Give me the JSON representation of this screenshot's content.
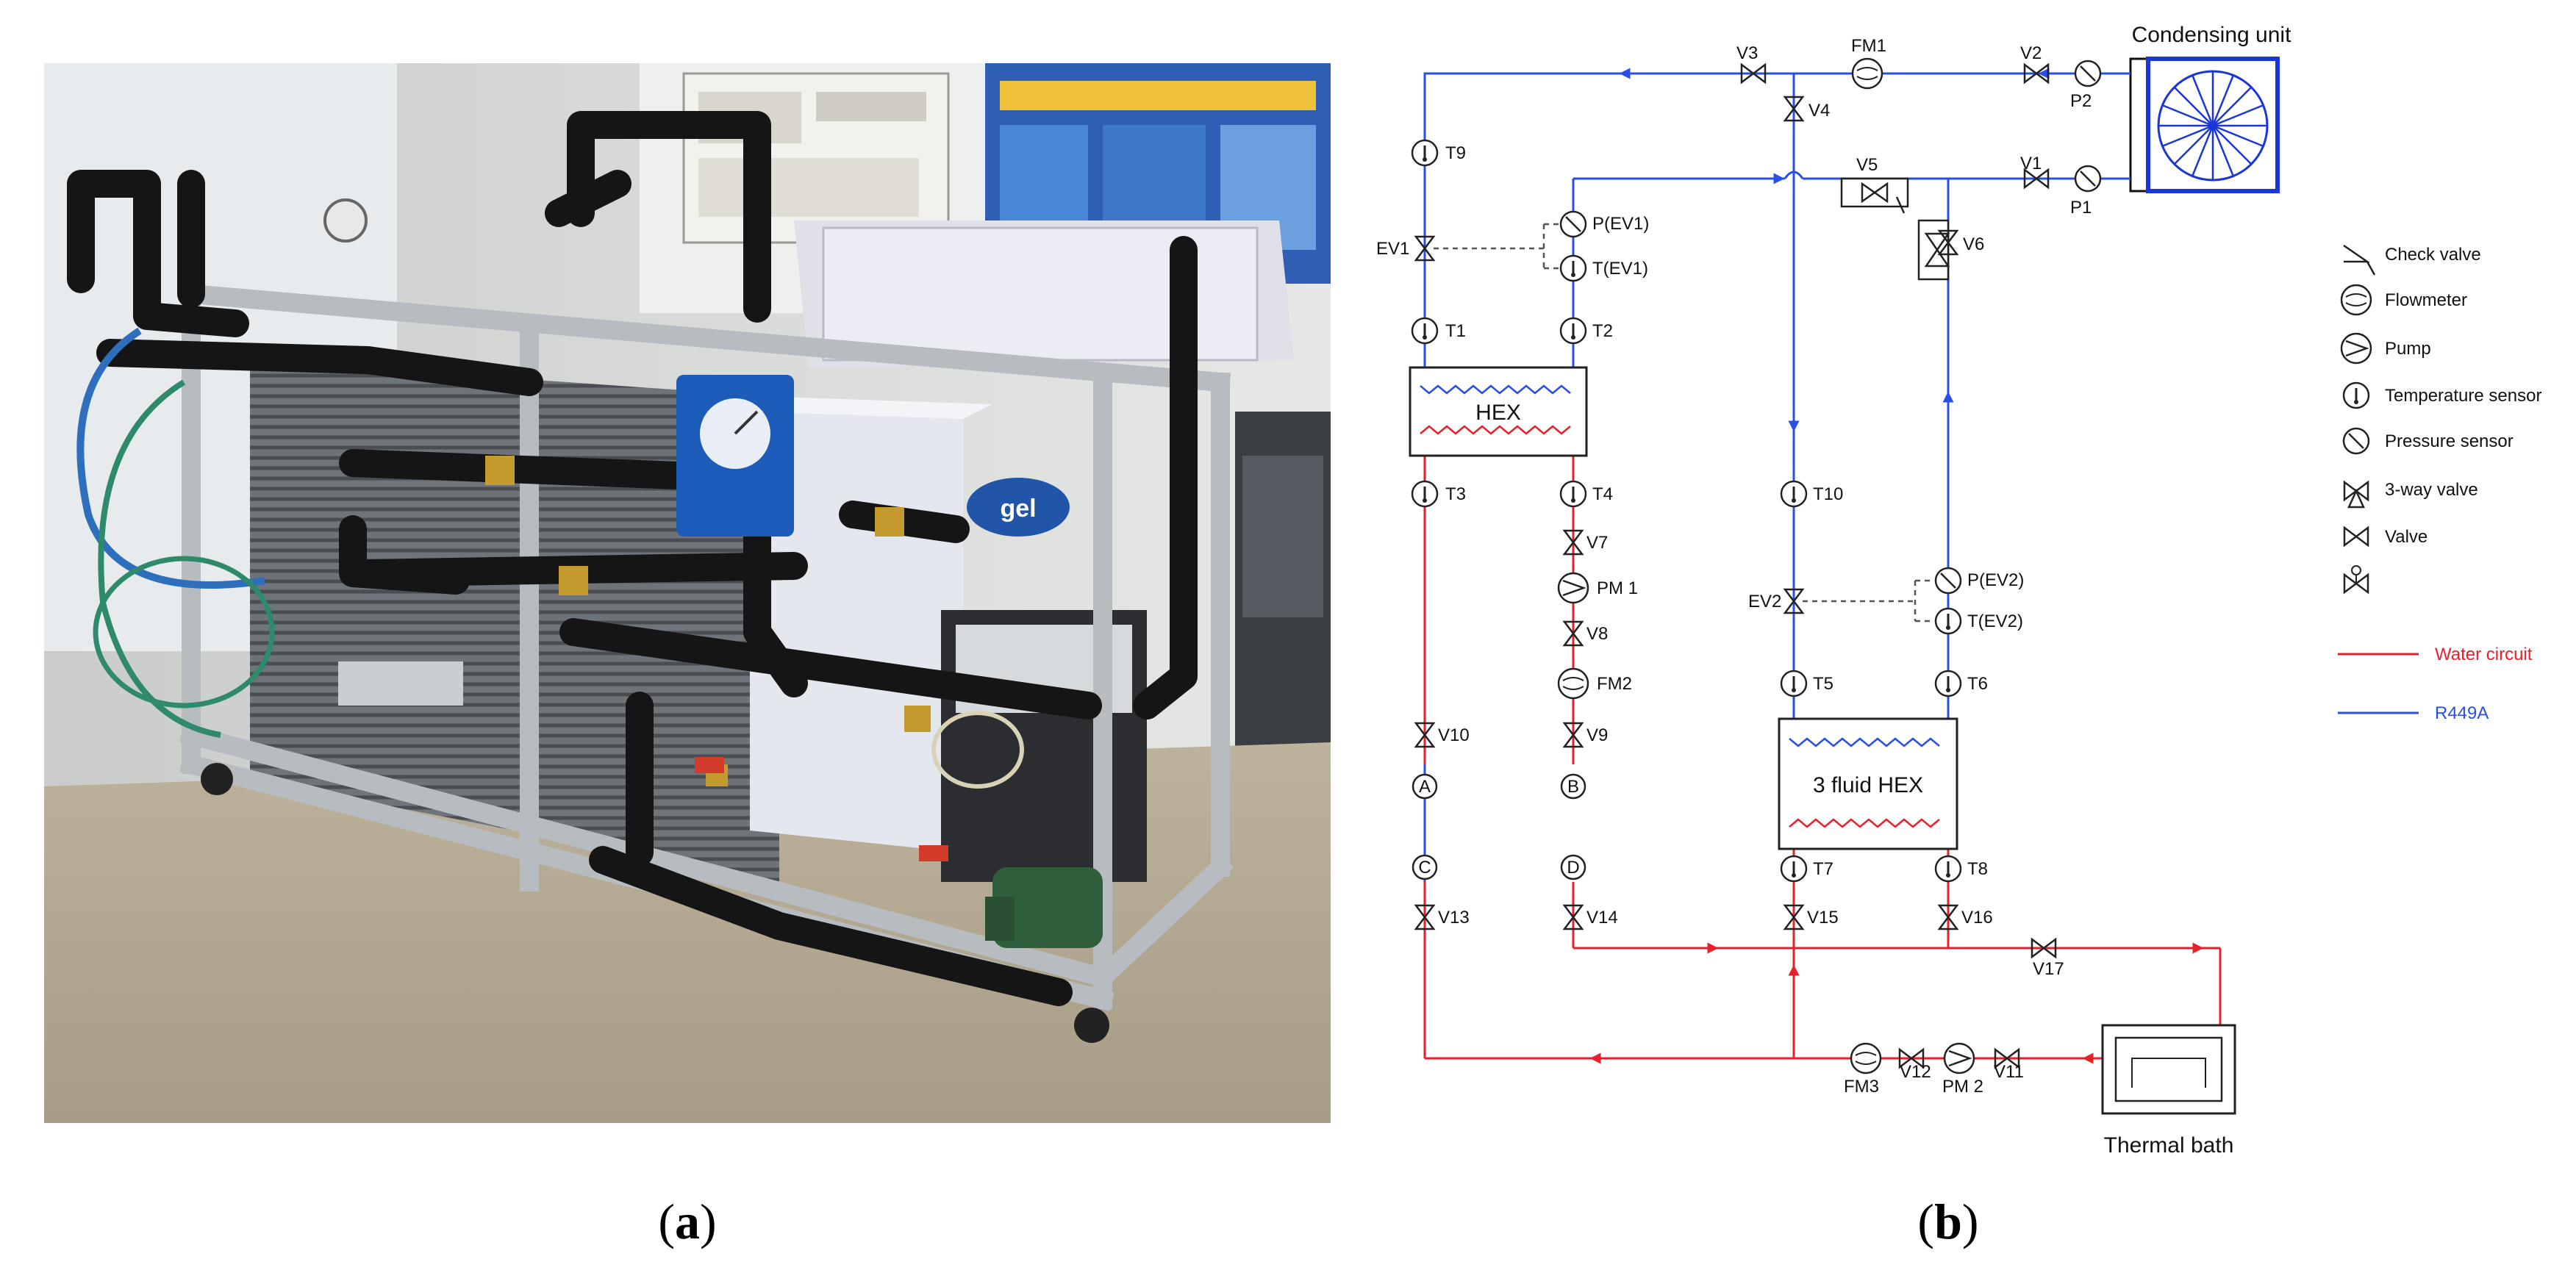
{
  "panel_a": {
    "caption_open": "(",
    "caption_letter": "a",
    "caption_close": ")",
    "photo_stickers": [
      "gel"
    ]
  },
  "panel_b": {
    "caption_open": "(",
    "caption_letter": "b",
    "caption_close": ")",
    "condensing_unit_label": "Condensing unit",
    "hex_label": "HEX",
    "hex3_label": "3 fluid HEX",
    "thermal_bath_label": "Thermal bath",
    "valves": {
      "V1": "V1",
      "V2": "V2",
      "V3": "V3",
      "V4": "V4",
      "V5": "V5",
      "V6": "V6",
      "V7": "V7",
      "V8": "V8",
      "V9": "V9",
      "V10": "V10",
      "V11": "V11",
      "V12": "V12",
      "V13": "V13",
      "V14": "V14",
      "V15": "V15",
      "V16": "V16",
      "V17": "V17",
      "EV1": "EV1",
      "EV2": "EV2"
    },
    "sensors": {
      "T1": "T1",
      "T2": "T2",
      "T3": "T3",
      "T4": "T4",
      "T5": "T5",
      "T6": "T6",
      "T7": "T7",
      "T8": "T8",
      "T9": "T9",
      "T10": "T10",
      "TEV1": "T(EV1)",
      "TEV2": "T(EV2)",
      "PEV1": "P(EV1)",
      "PEV2": "P(EV2)",
      "P1": "P1",
      "P2": "P2"
    },
    "flow": {
      "FM1": "FM1",
      "FM2": "FM2",
      "FM3": "FM3",
      "PM1": "PM 1",
      "PM2": "PM 2"
    },
    "connectors": {
      "A": "A",
      "B": "B",
      "C": "C",
      "D": "D"
    },
    "legend": {
      "check_valve": "Check valve",
      "flowmeter": "Flowmeter",
      "pump": "Pump",
      "temperature_sensor": "Temperature sensor",
      "pressure_sensor": "Pressure sensor",
      "three_way_valve": "3-way valve",
      "valve": "Valve",
      "water_circuit": "Water circuit",
      "refrigerant": "R449A"
    },
    "colors": {
      "water": "#e8202a",
      "refrigerant": "#2a4fe8"
    }
  }
}
